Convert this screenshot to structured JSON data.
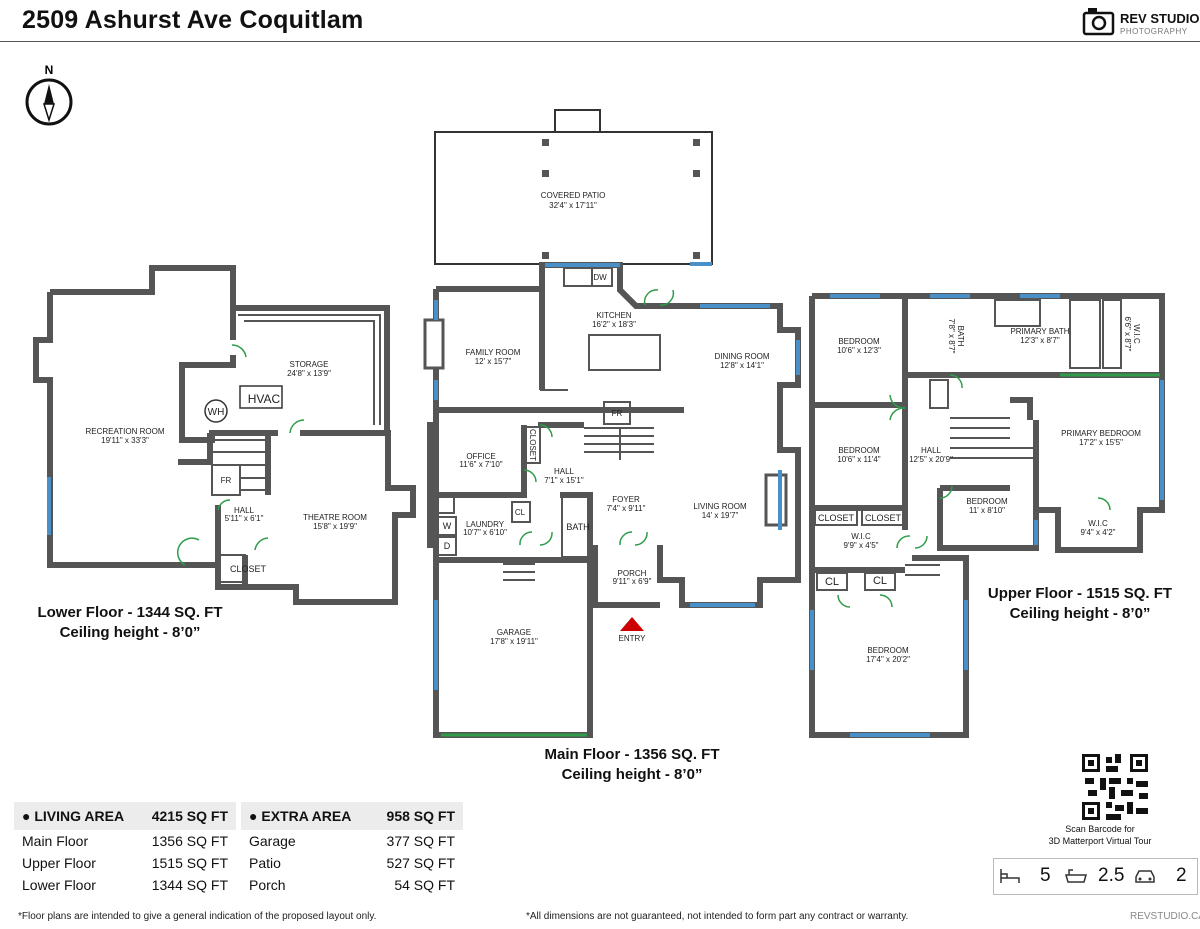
{
  "header": {
    "title": "2509 Ashurst Ave Coquitlam",
    "brand": "REV STUDIO",
    "brand_sub": "PHOTOGRAPHY",
    "compass_label": "N"
  },
  "rooms": {
    "covered_patio": {
      "name": "COVERED PATIO",
      "dim": "32'4\" x 17'11\""
    },
    "kitchen": {
      "name": "KITCHEN",
      "dim": "16'2\" x 18'3\""
    },
    "family_room": {
      "name": "FAMILY ROOM",
      "dim": "12' x 15'7\""
    },
    "dining_room": {
      "name": "DINING ROOM",
      "dim": "12'8\" x 14'1\""
    },
    "office": {
      "name": "OFFICE",
      "dim": "11'6\" x 7'10\""
    },
    "hall_main": {
      "name": "HALL",
      "dim": "7'1\" x 15'1\""
    },
    "foyer": {
      "name": "FOYER",
      "dim": "7'4\" x 9'11\""
    },
    "living_room": {
      "name": "LIVING ROOM",
      "dim": "14' x 19'7\""
    },
    "laundry": {
      "name": "LAUNDRY",
      "dim": "10'7\" x 6'10\""
    },
    "porch": {
      "name": "PORCH",
      "dim": "9'11\" x 6'9\""
    },
    "garage": {
      "name": "GARAGE",
      "dim": "17'8\" x 19'11\""
    },
    "recreation_room": {
      "name": "RECREATION ROOM",
      "dim": "19'11\" x 33'3\""
    },
    "storage": {
      "name": "STORAGE",
      "dim": "24'8\" x 13'9\""
    },
    "hall_lower": {
      "name": "HALL",
      "dim": "5'11\" x 6'1\""
    },
    "theatre_room": {
      "name": "THEATRE ROOM",
      "dim": "15'8\" x 19'9\""
    },
    "bedroom1": {
      "name": "BEDROOM",
      "dim": "10'6\" x 12'3\""
    },
    "bath_upper": {
      "name": "BATH",
      "dim": "7'8\" x 8'7\""
    },
    "primary_bath": {
      "name": "PRIMARY BATH",
      "dim": "12'3\" x 8'7\""
    },
    "wic_upper_top": {
      "name": "W.I.C",
      "dim": "6'6\" x 8'7\""
    },
    "bedroom2": {
      "name": "BEDROOM",
      "dim": "10'6\" x 11'4\""
    },
    "hall_upper": {
      "name": "HALL",
      "dim": "12'5\" x 20'9\""
    },
    "primary_bedroom": {
      "name": "PRIMARY BEDROOM",
      "dim": "17'2\" x 15'5\""
    },
    "bedroom3": {
      "name": "BEDROOM",
      "dim": "11' x 8'10\""
    },
    "wic_primary": {
      "name": "W.I.C",
      "dim": "9'4\" x 4'2\""
    },
    "wic_hall": {
      "name": "W.I.C",
      "dim": "9'9\" x 4'5\""
    },
    "bedroom4": {
      "name": "BEDROOM",
      "dim": "17'4\" x 20'2\""
    }
  },
  "fixtures": {
    "dw": "DW",
    "fr": "FR",
    "closet": "CLOSET",
    "cl": "CL",
    "bath": "BATH",
    "w": "W",
    "d": "D",
    "wh": "WH",
    "hvac": "HVAC",
    "entry": "ENTRY"
  },
  "floors": {
    "lower": {
      "line1": "Lower Floor - 1344 SQ. FT",
      "line2": "Ceiling height - 8’0”"
    },
    "main": {
      "line1": "Main Floor - 1356 SQ. FT",
      "line2": "Ceiling height - 8’0”"
    },
    "upper": {
      "line1": "Upper Floor - 1515 SQ. FT",
      "line2": "Ceiling height - 8’0”"
    }
  },
  "living_area": {
    "header": "LIVING AREA",
    "total": "4215 SQ FT",
    "rows": [
      {
        "label": "Main Floor",
        "value": "1356 SQ FT"
      },
      {
        "label": "Upper Floor",
        "value": "1515 SQ FT"
      },
      {
        "label": "Lower Floor",
        "value": "1344 SQ FT"
      }
    ]
  },
  "extra_area": {
    "header": "EXTRA AREA",
    "total": "958 SQ FT",
    "rows": [
      {
        "label": "Garage",
        "value": "377 SQ FT"
      },
      {
        "label": "Patio",
        "value": "527 SQ FT"
      },
      {
        "label": "Porch",
        "value": "54 SQ FT"
      }
    ]
  },
  "qr": {
    "caption1": "Scan Barcode for",
    "caption2": "3D Matterport Virtual Tour"
  },
  "stats": {
    "beds": "5",
    "baths": "2.5",
    "garage": "2"
  },
  "footer": {
    "note_left": "*Floor plans are intended to give a general indication of the proposed layout only.",
    "note_right": "*All dimensions are not guaranteed, not intended to form part any contract or warranty.",
    "site": "REVSTUDIO.CA"
  },
  "colors": {
    "wall": "#555555",
    "window": "#4a90c8",
    "door": "#2e9d4a",
    "entry_arrow": "#cc0000"
  }
}
